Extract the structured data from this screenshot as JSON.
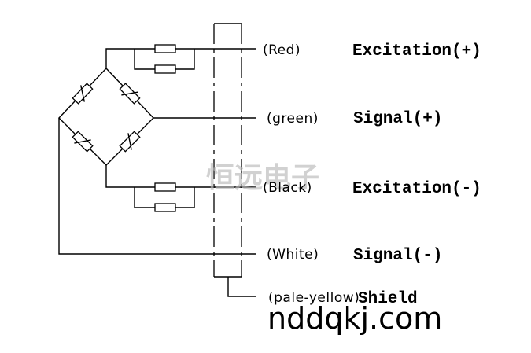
{
  "wires": [
    {
      "color_label": "(Red)",
      "signal_label": "Excitation(+)"
    },
    {
      "color_label": "(green)",
      "signal_label": "Signal(+)"
    },
    {
      "color_label": "(Black)",
      "signal_label": "Excitation(-)"
    },
    {
      "color_label": "(White)",
      "signal_label": "Signal(-)"
    },
    {
      "color_label": "(pale-yellow)",
      "signal_label": "Shield"
    }
  ],
  "watermark": "恒远电子",
  "website": "nddqkj.com"
}
